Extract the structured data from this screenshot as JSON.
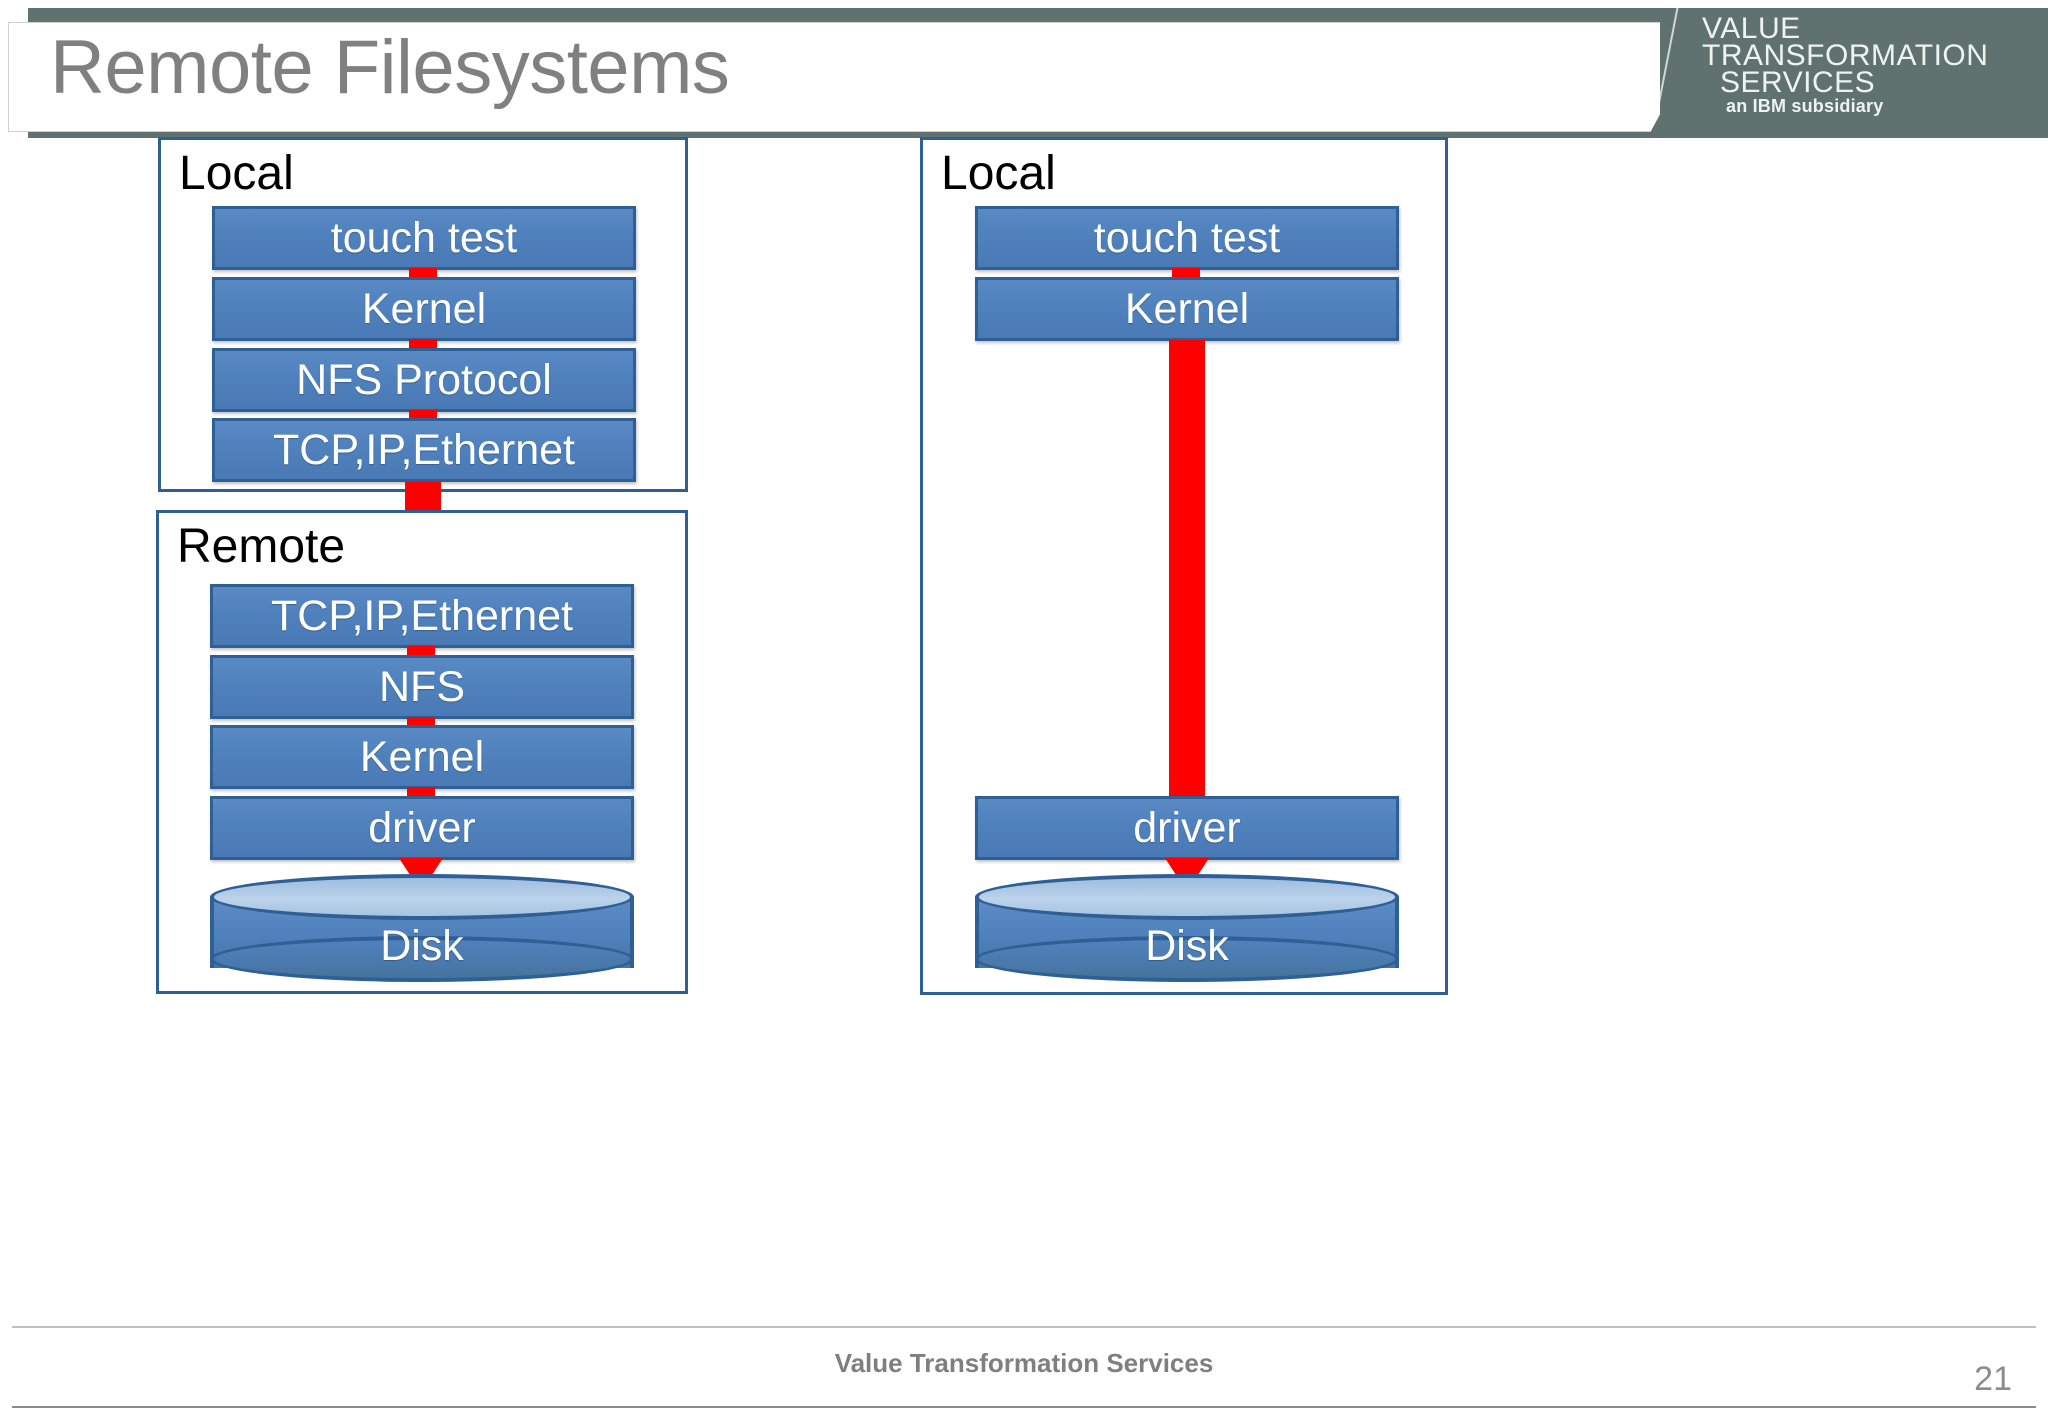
{
  "header": {
    "title": "Remote Filesystems",
    "band_color": "#5F726F",
    "title_color": "#808080"
  },
  "logo": {
    "line1": "VALUE",
    "line2": "TRANSFORMATION",
    "line3": "SERVICES",
    "line4": "an IBM subsidiary"
  },
  "theme": {
    "box_fill": "#4F81BD",
    "box_border": "#2E5F95",
    "connector": "#FF0000",
    "panel_border": "#2E5F95"
  },
  "diagram": {
    "left_column": {
      "panels": [
        {
          "label": "Local",
          "boxes": [
            {
              "label": "touch test"
            },
            {
              "label": "Kernel"
            },
            {
              "label": "NFS Protocol"
            },
            {
              "label": "TCP,IP,Ethernet"
            }
          ]
        },
        {
          "label": "Remote",
          "boxes": [
            {
              "label": "TCP,IP,Ethernet"
            },
            {
              "label": "NFS"
            },
            {
              "label": "Kernel"
            },
            {
              "label": "driver"
            }
          ],
          "disk": {
            "label": "Disk"
          }
        }
      ]
    },
    "right_column": {
      "panels": [
        {
          "label": "Local",
          "boxes": [
            {
              "label": "touch test"
            },
            {
              "label": "Kernel"
            },
            {
              "label": "driver"
            }
          ],
          "disk": {
            "label": "Disk"
          }
        }
      ]
    }
  },
  "footer": {
    "text": "Value Transformation Services",
    "page_number": "21"
  }
}
